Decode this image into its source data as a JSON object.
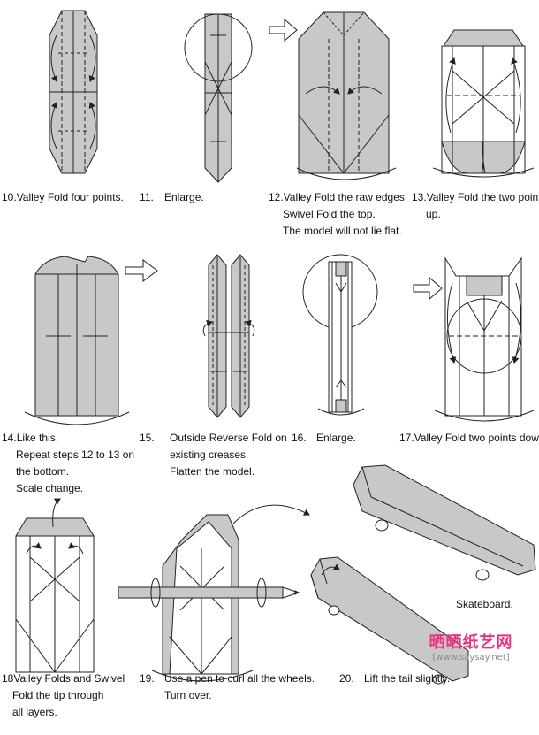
{
  "colors": {
    "paper": "#c8c8c8",
    "line": "#222222",
    "watermark": "#e8357f"
  },
  "steps": [
    {
      "num": "10.",
      "lines": [
        "Valley Fold four points."
      ]
    },
    {
      "num": "11.",
      "lines": [
        "Enlarge."
      ]
    },
    {
      "num": "12.",
      "lines": [
        "Valley Fold the raw edges.",
        "Swivel Fold the top.",
        "The model will not lie flat."
      ]
    },
    {
      "num": "13.",
      "lines": [
        "Valley Fold the two points",
        "up."
      ]
    },
    {
      "num": "14.",
      "lines": [
        "Like this.",
        "Repeat steps 12 to 13 on",
        "the bottom.",
        "Scale change."
      ]
    },
    {
      "num": "15.",
      "lines": [
        "Outside Reverse Fold on",
        "existing creases.",
        "Flatten the model."
      ]
    },
    {
      "num": "16.",
      "lines": [
        "Enlarge."
      ]
    },
    {
      "num": "17.",
      "lines": [
        "Valley Fold two points down."
      ]
    },
    {
      "num": "18",
      "lines": [
        "Valley Folds and Swivel",
        "Fold the tip through",
        "all layers."
      ]
    },
    {
      "num": "19.",
      "lines": [
        "Use a pen to curl all the wheels.",
        "Turn over."
      ]
    },
    {
      "num": "20.",
      "lines": [
        "Lift the tail slightly."
      ]
    }
  ],
  "skateboard_label": "Skateboard.",
  "watermark": {
    "title": "晒晒纸艺网",
    "url": "[www.saysay.net]"
  }
}
